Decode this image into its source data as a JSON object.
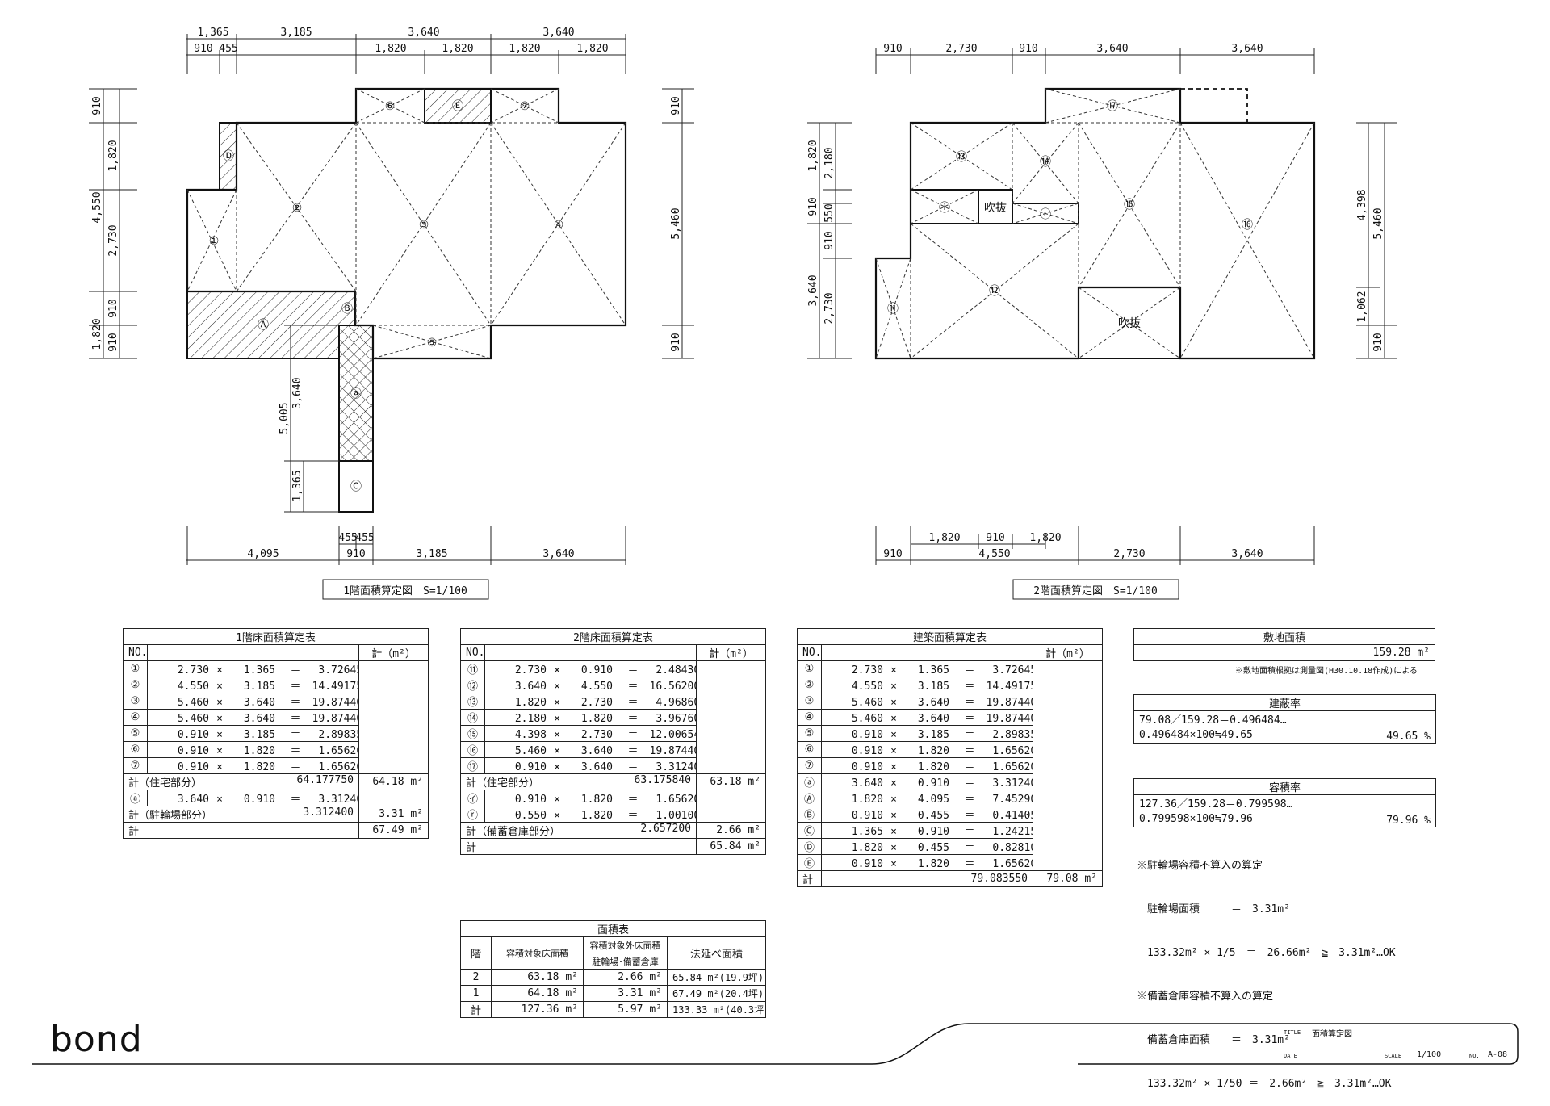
{
  "brand": "bond",
  "plan1": {
    "caption": "1階面積算定図　S=1/100",
    "top_dims_outer": [
      "1,365",
      "3,185",
      "3,640",
      "3,640"
    ],
    "top_dims_inner": [
      "910",
      "455",
      "1,820",
      "1,820",
      "1,820",
      "1,820"
    ],
    "left_dims_outer": [
      "4,550",
      "1,820"
    ],
    "left_dims_inner": [
      "910",
      "1,820",
      "2,730",
      "910",
      "910"
    ],
    "right_dims": [
      "910",
      "5,460",
      "910"
    ],
    "bottom_dims_inner": [
      "455",
      "455"
    ],
    "bottom_dims_outer": [
      "4,095",
      "910",
      "3,185",
      "3,640"
    ],
    "inner_dims": [
      "5,005",
      "3,640",
      "1,365"
    ],
    "labels": [
      "①",
      "②",
      "③",
      "④",
      "⑤",
      "⑥",
      "⑦",
      "Ⓐ",
      "Ⓑ",
      "Ⓒ",
      "Ⓓ",
      "Ⓔ",
      "ⓐ"
    ]
  },
  "plan2": {
    "caption": "2階面積算定図　S=1/100",
    "top_dims": [
      "910",
      "2,730",
      "910",
      "3,640",
      "3,640"
    ],
    "left_dims_outer": [
      "1,820",
      "910",
      "3,640"
    ],
    "left_dims_inner": [
      "2,180",
      "550",
      "910",
      "2,730"
    ],
    "right_dims_inner": [
      "4,398",
      "1,062"
    ],
    "right_dims_outer": [
      "5,460",
      "910"
    ],
    "bottom_dims_inner": [
      "1,820",
      "910",
      "1,820"
    ],
    "bottom_dims_outer": [
      "910",
      "4,550",
      "2,730",
      "3,640"
    ],
    "labels": [
      "⑪",
      "⑫",
      "⑬",
      "⑭",
      "⑮",
      "⑯",
      "⑰",
      "ⓘ",
      "ⓡ"
    ],
    "void_label": "吹抜"
  },
  "table1": {
    "title": "1階床面積算定表",
    "col_no": "NO.",
    "col_total": "計（m²）",
    "rows": [
      {
        "no": "①",
        "a": "2.730",
        "b": "1.365",
        "v": "3.726450"
      },
      {
        "no": "②",
        "a": "4.550",
        "b": "3.185",
        "v": "14.491750"
      },
      {
        "no": "③",
        "a": "5.460",
        "b": "3.640",
        "v": "19.874400"
      },
      {
        "no": "④",
        "a": "5.460",
        "b": "3.640",
        "v": "19.874400"
      },
      {
        "no": "⑤",
        "a": "0.910",
        "b": "3.185",
        "v": "2.898350"
      },
      {
        "no": "⑥",
        "a": "0.910",
        "b": "1.820",
        "v": "1.656200"
      },
      {
        "no": "⑦",
        "a": "0.910",
        "b": "1.820",
        "v": "1.656200"
      }
    ],
    "sub1_label": "計（住宅部分）",
    "sub1_value": "64.177750",
    "sub1_total": "64.18 m²",
    "rows2": [
      {
        "no": "ⓐ",
        "a": "3.640",
        "b": "0.910",
        "v": "3.312400"
      }
    ],
    "sub2_label": "計（駐輪場部分）",
    "sub2_value": "3.312400",
    "sub2_total": "3.31 m²",
    "total_label": "計",
    "total_value": "67.49 m²"
  },
  "table2": {
    "title": "2階床面積算定表",
    "col_no": "NO.",
    "col_total": "計（m²）",
    "rows": [
      {
        "no": "⑪",
        "a": "2.730",
        "b": "0.910",
        "v": "2.484300"
      },
      {
        "no": "⑫",
        "a": "3.640",
        "b": "4.550",
        "v": "16.562000"
      },
      {
        "no": "⑬",
        "a": "1.820",
        "b": "2.730",
        "v": "4.968600"
      },
      {
        "no": "⑭",
        "a": "2.180",
        "b": "1.820",
        "v": "3.967600"
      },
      {
        "no": "⑮",
        "a": "4.398",
        "b": "2.730",
        "v": "12.006540"
      },
      {
        "no": "⑯",
        "a": "5.460",
        "b": "3.640",
        "v": "19.874400"
      },
      {
        "no": "⑰",
        "a": "0.910",
        "b": "3.640",
        "v": "3.312400"
      }
    ],
    "sub1_label": "計（住宅部分）",
    "sub1_value": "63.175840",
    "sub1_total": "63.18 m²",
    "rows2": [
      {
        "no": "㋑",
        "a": "0.910",
        "b": "1.820",
        "v": "1.656200"
      },
      {
        "no": "ⓡ",
        "a": "0.550",
        "b": "1.820",
        "v": "1.001000"
      }
    ],
    "sub2_label": "計（備蓄倉庫部分）",
    "sub2_value": "2.657200",
    "sub2_total": "2.66 m²",
    "total_label": "計",
    "total_value": "65.84 m²"
  },
  "table3": {
    "title": "建築面積算定表",
    "col_no": "NO.",
    "col_total": "計（m²）",
    "rows": [
      {
        "no": "①",
        "a": "2.730",
        "b": "1.365",
        "v": "3.726450"
      },
      {
        "no": "②",
        "a": "4.550",
        "b": "3.185",
        "v": "14.491750"
      },
      {
        "no": "③",
        "a": "5.460",
        "b": "3.640",
        "v": "19.874400"
      },
      {
        "no": "④",
        "a": "5.460",
        "b": "3.640",
        "v": "19.874400"
      },
      {
        "no": "⑤",
        "a": "0.910",
        "b": "3.185",
        "v": "2.898350"
      },
      {
        "no": "⑥",
        "a": "0.910",
        "b": "1.820",
        "v": "1.656200"
      },
      {
        "no": "⑦",
        "a": "0.910",
        "b": "1.820",
        "v": "1.656200"
      },
      {
        "no": "ⓐ",
        "a": "3.640",
        "b": "0.910",
        "v": "3.312400"
      },
      {
        "no": "Ⓐ",
        "a": "1.820",
        "b": "4.095",
        "v": "7.452900"
      },
      {
        "no": "Ⓑ",
        "a": "0.910",
        "b": "0.455",
        "v": "0.414050"
      },
      {
        "no": "Ⓒ",
        "a": "1.365",
        "b": "0.910",
        "v": "1.242150"
      },
      {
        "no": "Ⓓ",
        "a": "1.820",
        "b": "0.455",
        "v": "0.828100"
      },
      {
        "no": "Ⓔ",
        "a": "0.910",
        "b": "1.820",
        "v": "1.656200"
      }
    ],
    "total_label": "計",
    "total_value": "79.083550",
    "total_area": "79.08 m²"
  },
  "site": {
    "title": "敷地面積",
    "value": "159.28 m²",
    "note": "※敷地面積根拠は測量図(H30.10.18作成)による"
  },
  "coverage": {
    "title": "建蔽率",
    "line1": "79.08／159.28＝0.496484…",
    "line2": "0.496484×100≒49.65",
    "result": "49.65 %"
  },
  "far": {
    "title": "容積率",
    "line1": "127.36／159.28＝0.799598…",
    "line2": "0.799598×100≒79.96",
    "result": "79.96 %"
  },
  "notes": {
    "n1": "※駐輪場容積不算入の算定",
    "n2": "　駐輪場面積　　　＝　3.31m²",
    "n3": "　133.32m² × 1/5　＝　26.66m²　≧　3.31m²…OK",
    "n4": "※備蓄倉庫容積不算入の算定",
    "n5": "　備蓄倉庫面積　　＝　3.31m²",
    "n6": "　133.32m² × 1/50 ＝　2.66m²　≧　3.31m²…OK"
  },
  "area_table": {
    "title": "面積表",
    "h_floor": "階",
    "h_target": "容積対象床面積",
    "h_exempt": "容積対象外床面積",
    "h_exempt_sub": "駐輪場･備蓄倉庫",
    "h_total": "法延べ面積",
    "rows": [
      {
        "floor": "2",
        "target": "63.18 m²",
        "exempt": "2.66 m²",
        "total": "65.84 m²(19.9坪)"
      },
      {
        "floor": "1",
        "target": "64.18 m²",
        "exempt": "3.31 m²",
        "total": "67.49 m²(20.4坪)"
      },
      {
        "floor": "計",
        "target": "127.36 m²",
        "exempt": "5.97 m²",
        "total": "133.33 m²(40.3坪)"
      }
    ]
  },
  "titleblock": {
    "title_label": "TITLE",
    "title": "面積算定図",
    "date_label": "DATE",
    "scale_label": "SCALE",
    "scale": "1/100",
    "no_label": "NO.",
    "no": "A-08"
  }
}
